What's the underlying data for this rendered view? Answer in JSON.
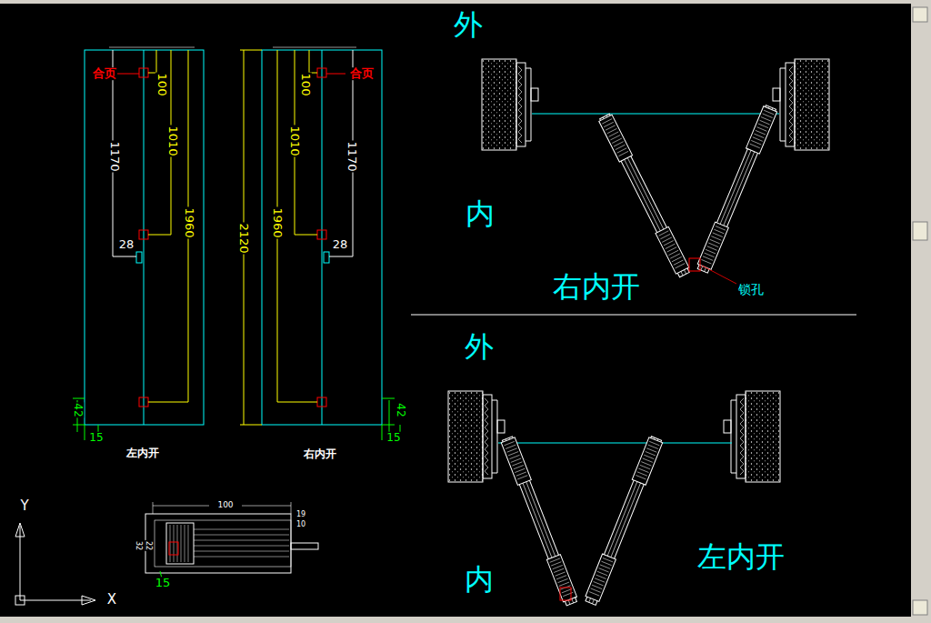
{
  "diagram": {
    "labels": [
      "合页",
      "1170",
      "100",
      "1010",
      "1960",
      "28",
      "42",
      "15",
      "左内开",
      "1010",
      "100",
      "合页",
      "1170",
      "2120",
      "1960",
      "28",
      "42",
      "15",
      "右内开",
      "外",
      "内",
      "右内开",
      "锁孔",
      "外",
      "内",
      "左内开",
      "100",
      "19",
      "10",
      "32",
      "22",
      "15",
      "Y",
      "X"
    ]
  }
}
